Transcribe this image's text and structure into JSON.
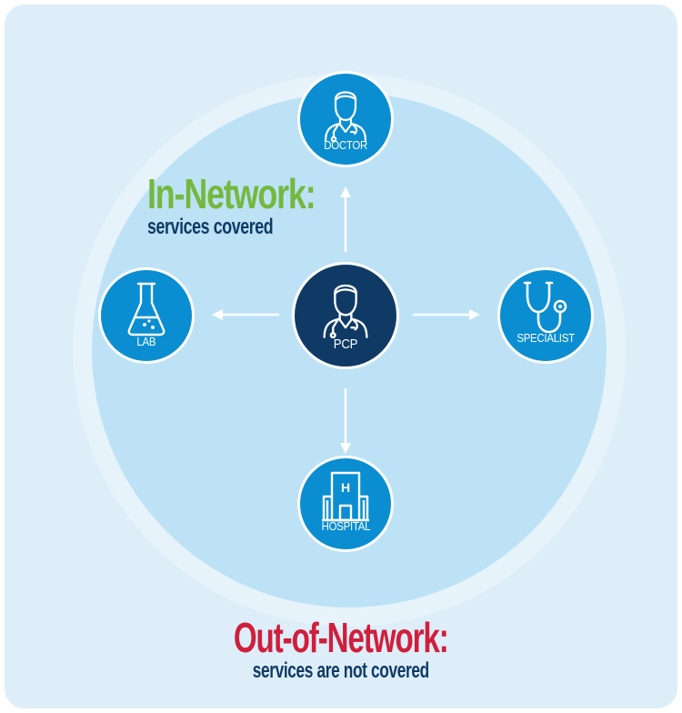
{
  "colors": {
    "panel_bg": "#deeef9",
    "ring_bg": "#e7f3fb",
    "circle_bg": "#bde2f5",
    "node": "#0a8ed1",
    "pcp": "#0f3a66",
    "arrow": "#ffffff",
    "in_network": "#74b83f",
    "out_network": "#cf1f3c",
    "navy_text": "#0f3a66"
  },
  "in_network": {
    "title": "In-Network:",
    "subtitle": "services covered"
  },
  "out_network": {
    "title": "Out-of-Network:",
    "subtitle": "services are not covered"
  },
  "nodes": {
    "center": {
      "label": "PCP",
      "icon": "doctor-icon"
    },
    "top": {
      "label": "DOCTOR",
      "icon": "doctor-icon"
    },
    "left": {
      "label": "LAB",
      "icon": "flask-icon"
    },
    "right": {
      "label": "SPECIALIST",
      "icon": "stethoscope-icon"
    },
    "bottom": {
      "label": "HOSPITAL",
      "icon": "hospital-icon"
    }
  },
  "hospital_sign": "H"
}
